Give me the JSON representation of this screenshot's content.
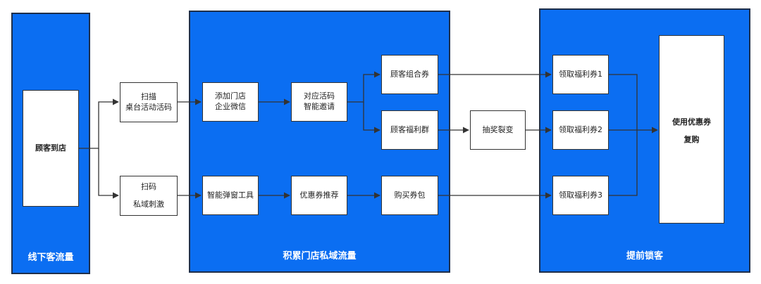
{
  "colors": {
    "panel_fill": "#0b6ef2",
    "panel_border": "#1f2f4a",
    "node_fill": "#ffffff",
    "line": "#333333"
  },
  "panels": {
    "offline": {
      "title": "线下客流量"
    },
    "accumulate": {
      "title": "积累门店私域流量"
    },
    "lock": {
      "title": "提前锁客"
    }
  },
  "nodes": {
    "arrive": {
      "label": "顾客到店"
    },
    "scan_table": {
      "line1": "扫描",
      "line2": "桌台活动活码"
    },
    "scan_private": {
      "line1": "扫码",
      "line2": "私域刺激"
    },
    "add_wecom": {
      "line1": "添加门店",
      "line2": "企业微信"
    },
    "invite": {
      "line1": "对应活码",
      "line2": "智能邀请"
    },
    "popup_tool": {
      "label": "智能弹窗工具"
    },
    "combo_coupon": {
      "label": "顾客组合券"
    },
    "welfare_group": {
      "label": "顾客福利群"
    },
    "coupon_recommend": {
      "label": "优惠券推荐"
    },
    "buy_pack": {
      "label": "购买券包"
    },
    "lottery": {
      "label": "抽奖裂变"
    },
    "claim1": {
      "label": "领取福利券1"
    },
    "claim2": {
      "label": "领取福利券2"
    },
    "claim3": {
      "label": "领取福利券3"
    },
    "use": {
      "line1": "使用优惠券",
      "line2": "复购"
    }
  }
}
